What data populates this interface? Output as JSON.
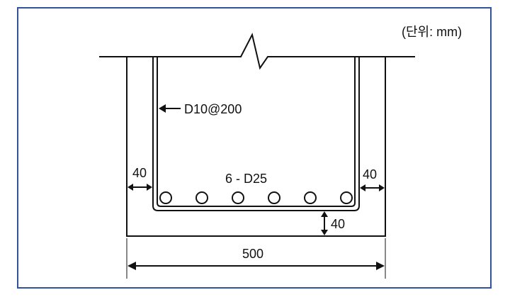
{
  "unit_label": "(단위: mm)",
  "labels": {
    "stirrup": "D10@200",
    "rebar": "6 - D25",
    "cover_left": "40",
    "cover_right": "40",
    "cover_bottom": "40",
    "width": "500"
  },
  "bars": {
    "count": 6
  },
  "colors": {
    "frame": "#2f5597",
    "line": "#111111"
  }
}
